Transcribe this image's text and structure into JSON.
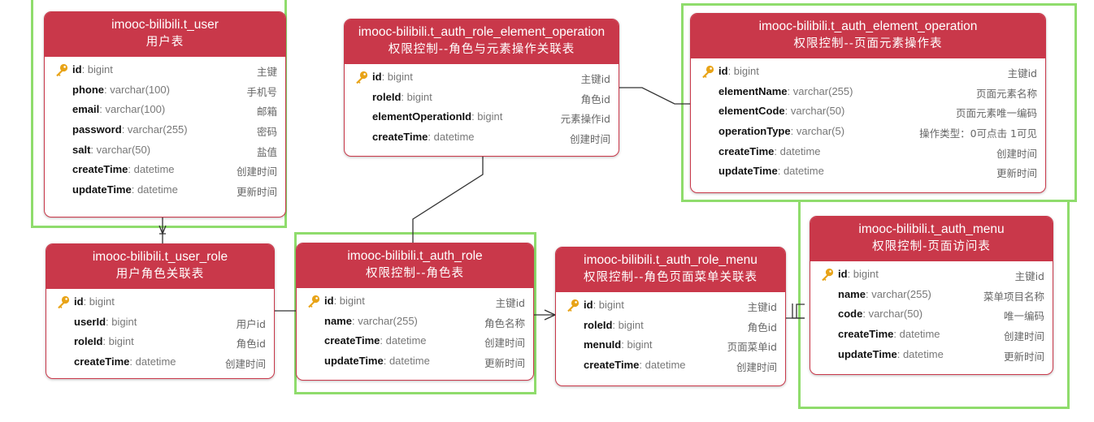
{
  "tables": {
    "user": {
      "name": "imooc-bilibili.t_user",
      "subtitle": "用户表",
      "fields": [
        {
          "name": "id",
          "type": ": bigint",
          "comment": "主键"
        },
        {
          "name": "phone",
          "type": ": varchar(100)",
          "comment": "手机号"
        },
        {
          "name": "email",
          "type": ": varchar(100)",
          "comment": "邮箱"
        },
        {
          "name": "password",
          "type": ": varchar(255)",
          "comment": "密码"
        },
        {
          "name": "salt",
          "type": ": varchar(50)",
          "comment": "盐值"
        },
        {
          "name": "createTime",
          "type": ": datetime",
          "comment": "创建时间"
        },
        {
          "name": "updateTime",
          "type": ": datetime",
          "comment": "更新时间"
        }
      ]
    },
    "role_element_operation": {
      "name": "imooc-bilibili.t_auth_role_element_operation",
      "subtitle": "权限控制--角色与元素操作关联表",
      "fields": [
        {
          "name": "id",
          "type": ": bigint",
          "comment": "主键id"
        },
        {
          "name": "roleId",
          "type": ": bigint",
          "comment": "角色id"
        },
        {
          "name": "elementOperationId",
          "type": ": bigint",
          "comment": "元素操作id"
        },
        {
          "name": "createTime",
          "type": ": datetime",
          "comment": "创建时间"
        }
      ]
    },
    "element_operation": {
      "name": "imooc-bilibili.t_auth_element_operation",
      "subtitle": "权限控制--页面元素操作表",
      "fields": [
        {
          "name": "id",
          "type": ": bigint",
          "comment": "主键id"
        },
        {
          "name": "elementName",
          "type": ": varchar(255)",
          "comment": "页面元素名称"
        },
        {
          "name": "elementCode",
          "type": ": varchar(50)",
          "comment": "页面元素唯一编码"
        },
        {
          "name": "operationType",
          "type": ": varchar(5)",
          "comment": "操作类型：0可点击 1可见"
        },
        {
          "name": "createTime",
          "type": ": datetime",
          "comment": "创建时间"
        },
        {
          "name": "updateTime",
          "type": ": datetime",
          "comment": "更新时间"
        }
      ]
    },
    "user_role": {
      "name": "imooc-bilibili.t_user_role",
      "subtitle": "用户角色关联表",
      "fields": [
        {
          "name": "id",
          "type": ": bigint",
          "comment": ""
        },
        {
          "name": "userId",
          "type": ": bigint",
          "comment": "用户id"
        },
        {
          "name": "roleId",
          "type": ": bigint",
          "comment": "角色id"
        },
        {
          "name": "createTime",
          "type": ": datetime",
          "comment": "创建时间"
        }
      ]
    },
    "role": {
      "name": "imooc-bilibili.t_auth_role",
      "subtitle": "权限控制--角色表",
      "fields": [
        {
          "name": "id",
          "type": ": bigint",
          "comment": "主键id"
        },
        {
          "name": "name",
          "type": ": varchar(255)",
          "comment": "角色名称"
        },
        {
          "name": "createTime",
          "type": ": datetime",
          "comment": "创建时间"
        },
        {
          "name": "updateTime",
          "type": ": datetime",
          "comment": "更新时间"
        }
      ]
    },
    "role_menu": {
      "name": "imooc-bilibili.t_auth_role_menu",
      "subtitle": "权限控制--角色页面菜单关联表",
      "fields": [
        {
          "name": "id",
          "type": ": bigint",
          "comment": "主键id"
        },
        {
          "name": "roleId",
          "type": ": bigint",
          "comment": "角色id"
        },
        {
          "name": "menuId",
          "type": ": bigint",
          "comment": "页面菜单id"
        },
        {
          "name": "createTime",
          "type": ": datetime",
          "comment": "创建时间"
        }
      ]
    },
    "menu": {
      "name": "imooc-bilibili.t_auth_menu",
      "subtitle": "权限控制-页面访问表",
      "fields": [
        {
          "name": "id",
          "type": ": bigint",
          "comment": "主键id"
        },
        {
          "name": "name",
          "type": ": varchar(255)",
          "comment": "菜单项目名称"
        },
        {
          "name": "code",
          "type": ": varchar(50)",
          "comment": "唯一编码"
        },
        {
          "name": "createTime",
          "type": ": datetime",
          "comment": "创建时间"
        },
        {
          "name": "updateTime",
          "type": ": datetime",
          "comment": "更新时间"
        }
      ]
    }
  },
  "colors": {
    "table_header": "#c9384a",
    "highlight": "#8fdc6c",
    "connector": "#333333",
    "key_icon": "#e8a317"
  }
}
